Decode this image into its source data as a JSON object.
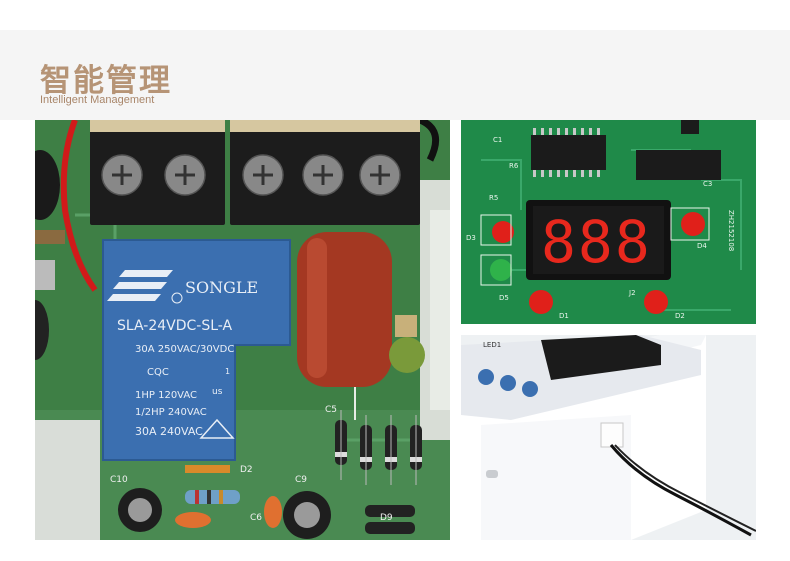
{
  "brand": {
    "cn_title": "智能管理",
    "en_subtitle": "Intelligent Management"
  },
  "relay": {
    "brand": "SONGLE",
    "model": "SLA-24VDC-SL-A",
    "rating_1": "30A  250VAC/30VDC",
    "cqc": "CQC",
    "rating_2": "1HP 120VAC",
    "rating_3": "1/2HP 240VAC",
    "rating_4": "30A 240VAC",
    "ul_mark": "us",
    "cert_num": "1"
  },
  "board_labels": {
    "c5": "C5",
    "c10": "C10",
    "c9": "C9",
    "c6": "C6",
    "d9": "D9",
    "d2": "D2"
  },
  "display_board": {
    "digits": "888",
    "label_d1": "D1",
    "label_d2": "D2",
    "label_d3": "D3",
    "label_d4": "D4",
    "label_d5": "D5",
    "label_j2": "J2",
    "label_r5": "R5",
    "label_r6": "R6",
    "label_c1": "C1",
    "label_c3": "C3",
    "part_code": "ZH2152108"
  },
  "housing": {
    "label_led": "LED1"
  },
  "colors": {
    "pcb_green": "#3e7f45",
    "relay_blue": "#3b6fb0",
    "capacitor_red": "#a43822",
    "terminal_black": "#1c1c1c",
    "led_red": "#e0201a",
    "led_green": "#2fb24a",
    "display_red": "#ff2a1e",
    "brand_tan": "#b69476"
  }
}
